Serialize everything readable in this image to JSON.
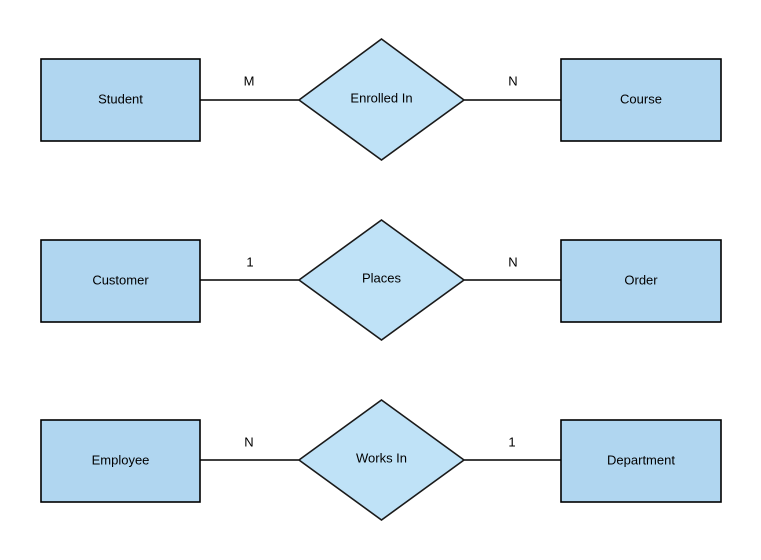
{
  "diagram": {
    "type": "entity-relationship-diagram",
    "background_color": "#ffffff",
    "entity_fill": "#b0d6f0",
    "entity_stroke": "#000000",
    "relationship_fill": "#bfe2f7",
    "relationship_stroke": "#1a1a1a",
    "line_color": "#000000",
    "text_color": "#000000",
    "rows": [
      {
        "left_entity": "Student",
        "left_cardinality": "M",
        "relationship": "Enrolled In",
        "right_cardinality": "N",
        "right_entity": "Course"
      },
      {
        "left_entity": "Customer",
        "left_cardinality": "1",
        "relationship": "Places",
        "right_cardinality": "N",
        "right_entity": "Order"
      },
      {
        "left_entity": "Employee",
        "left_cardinality": "N",
        "relationship": "Works In",
        "right_cardinality": "1",
        "right_entity": "Department"
      }
    ]
  }
}
